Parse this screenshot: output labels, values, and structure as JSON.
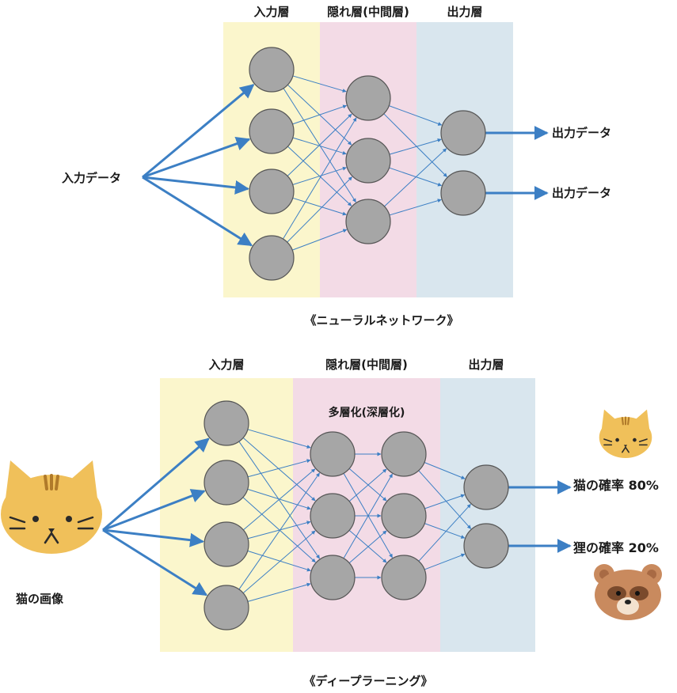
{
  "nn": {
    "layer_input": "入力層",
    "layer_hidden": "隠れ層(中間層)",
    "layer_output": "出力層",
    "input_label": "入力データ",
    "output_label_1": "出力データ",
    "output_label_2": "出力データ",
    "caption": "《ニューラルネットワーク》"
  },
  "dl": {
    "layer_input": "入力層",
    "layer_hidden": "隠れ層(中間層)",
    "layer_output": "出力層",
    "hidden_note": "多層化(深層化)",
    "input_label": "猫の画像",
    "output_label_1": "猫の確率 80%",
    "output_label_2": "狸の確率 20%",
    "caption": "《ディープラーニング》"
  },
  "colors": {
    "input_band": "#fbf6cc",
    "hidden_band": "#f3dbe6",
    "output_band": "#d9e6ee",
    "node_fill": "#a6a6a6",
    "node_stroke": "#555555",
    "arrow": "#3c7fc4",
    "cat": "#f0c05a",
    "tanuki": "#c98a5e"
  },
  "icons": {
    "input_image": "cat-face-icon",
    "output_1": "cat-face-icon",
    "output_2": "tanuki-face-icon"
  }
}
